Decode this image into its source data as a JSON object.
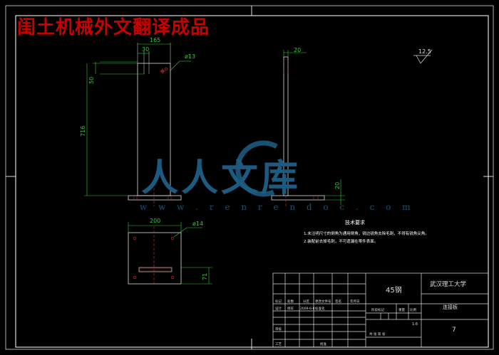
{
  "watermark": {
    "title": "闺土机械外文翻译成品",
    "logo_text": "人人文库",
    "url": "w w w . r e n r e n d o c . c o m"
  },
  "dimensions": {
    "front_width": "165",
    "front_hole_spacing": "30",
    "front_top_offset": "50",
    "front_height": "716",
    "front_hole_dia": "ø13",
    "side_thickness": "20",
    "side_base_height": "20",
    "bottom_width": "200",
    "bottom_hole_dia": "ø14",
    "bottom_height": "71",
    "roughness": "12.5"
  },
  "tech_notes": {
    "title": "技术要求",
    "line1": "1.未注明尺寸的倒角为通用倒角，锐边锐角去除毛刺，不得有锐角尖角。",
    "line2": "2.装配前去掉毛刺，不可遗漏在零件表面。"
  },
  "title_block": {
    "material": "45钢",
    "school": "武汉理工大学",
    "part_name": "连接板",
    "drawing_no": "7",
    "scale": "1:6",
    "date": "2009-6-8",
    "cols": [
      "标记",
      "处数",
      "分区",
      "更改文件号",
      "签名",
      "年月日"
    ],
    "design_label": "设计",
    "designer": "杨军",
    "standard_label": "标准化",
    "stage_label": "阶段标记",
    "weight_label": "重量",
    "scale_label": "比例",
    "review_label": "审核",
    "craft_label": "工艺",
    "approve_label": "批准",
    "sheet_text": "共 张 第 张"
  }
}
